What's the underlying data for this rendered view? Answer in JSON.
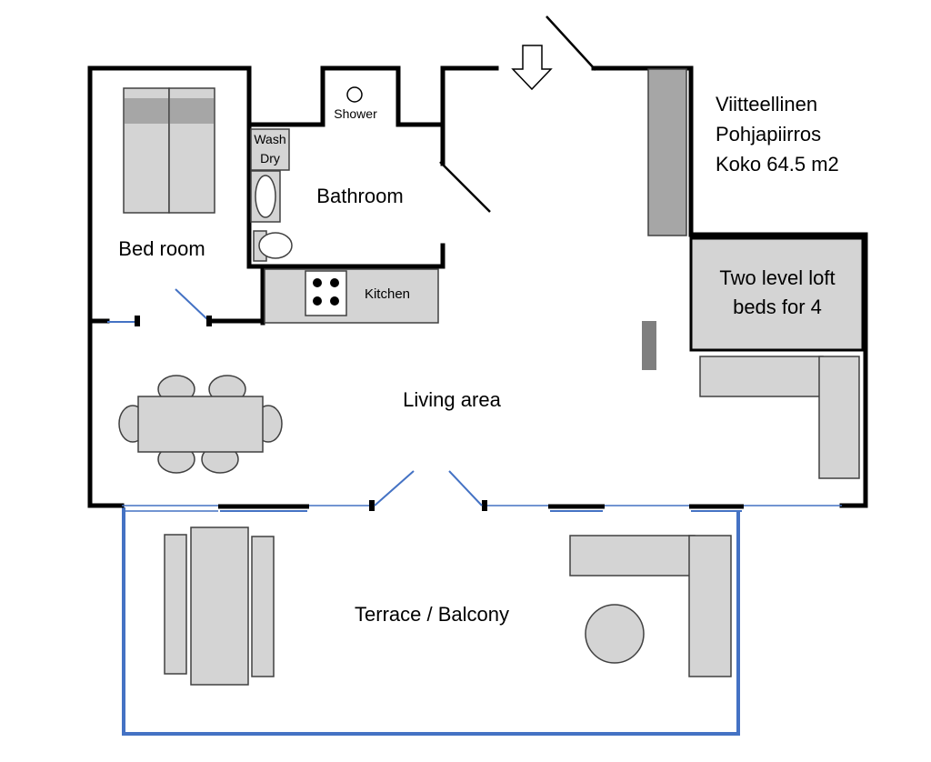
{
  "title": {
    "line1": "Viitteellinen",
    "line2": "Pohjapiirros",
    "line3": "Koko 64.5 m2"
  },
  "rooms": {
    "bedroom": "Bed room",
    "bathroom": "Bathroom",
    "shower": "Shower",
    "wash": "Wash",
    "dry": "Dry",
    "kitchen": "Kitchen",
    "loft_line1": "Two level loft",
    "loft_line2": "beds for 4",
    "living": "Living area",
    "terrace": "Terrace / Balcony"
  },
  "colors": {
    "wall": "#000000",
    "door_window": "#4472c4",
    "furniture": "#d4d4d4",
    "dark_element": "#a6a6a6"
  },
  "icons": {
    "entrance": "down-arrow-icon",
    "stove": "stove-burners-icon",
    "toilet": "toilet-icon",
    "shower": "shower-drain-icon"
  }
}
